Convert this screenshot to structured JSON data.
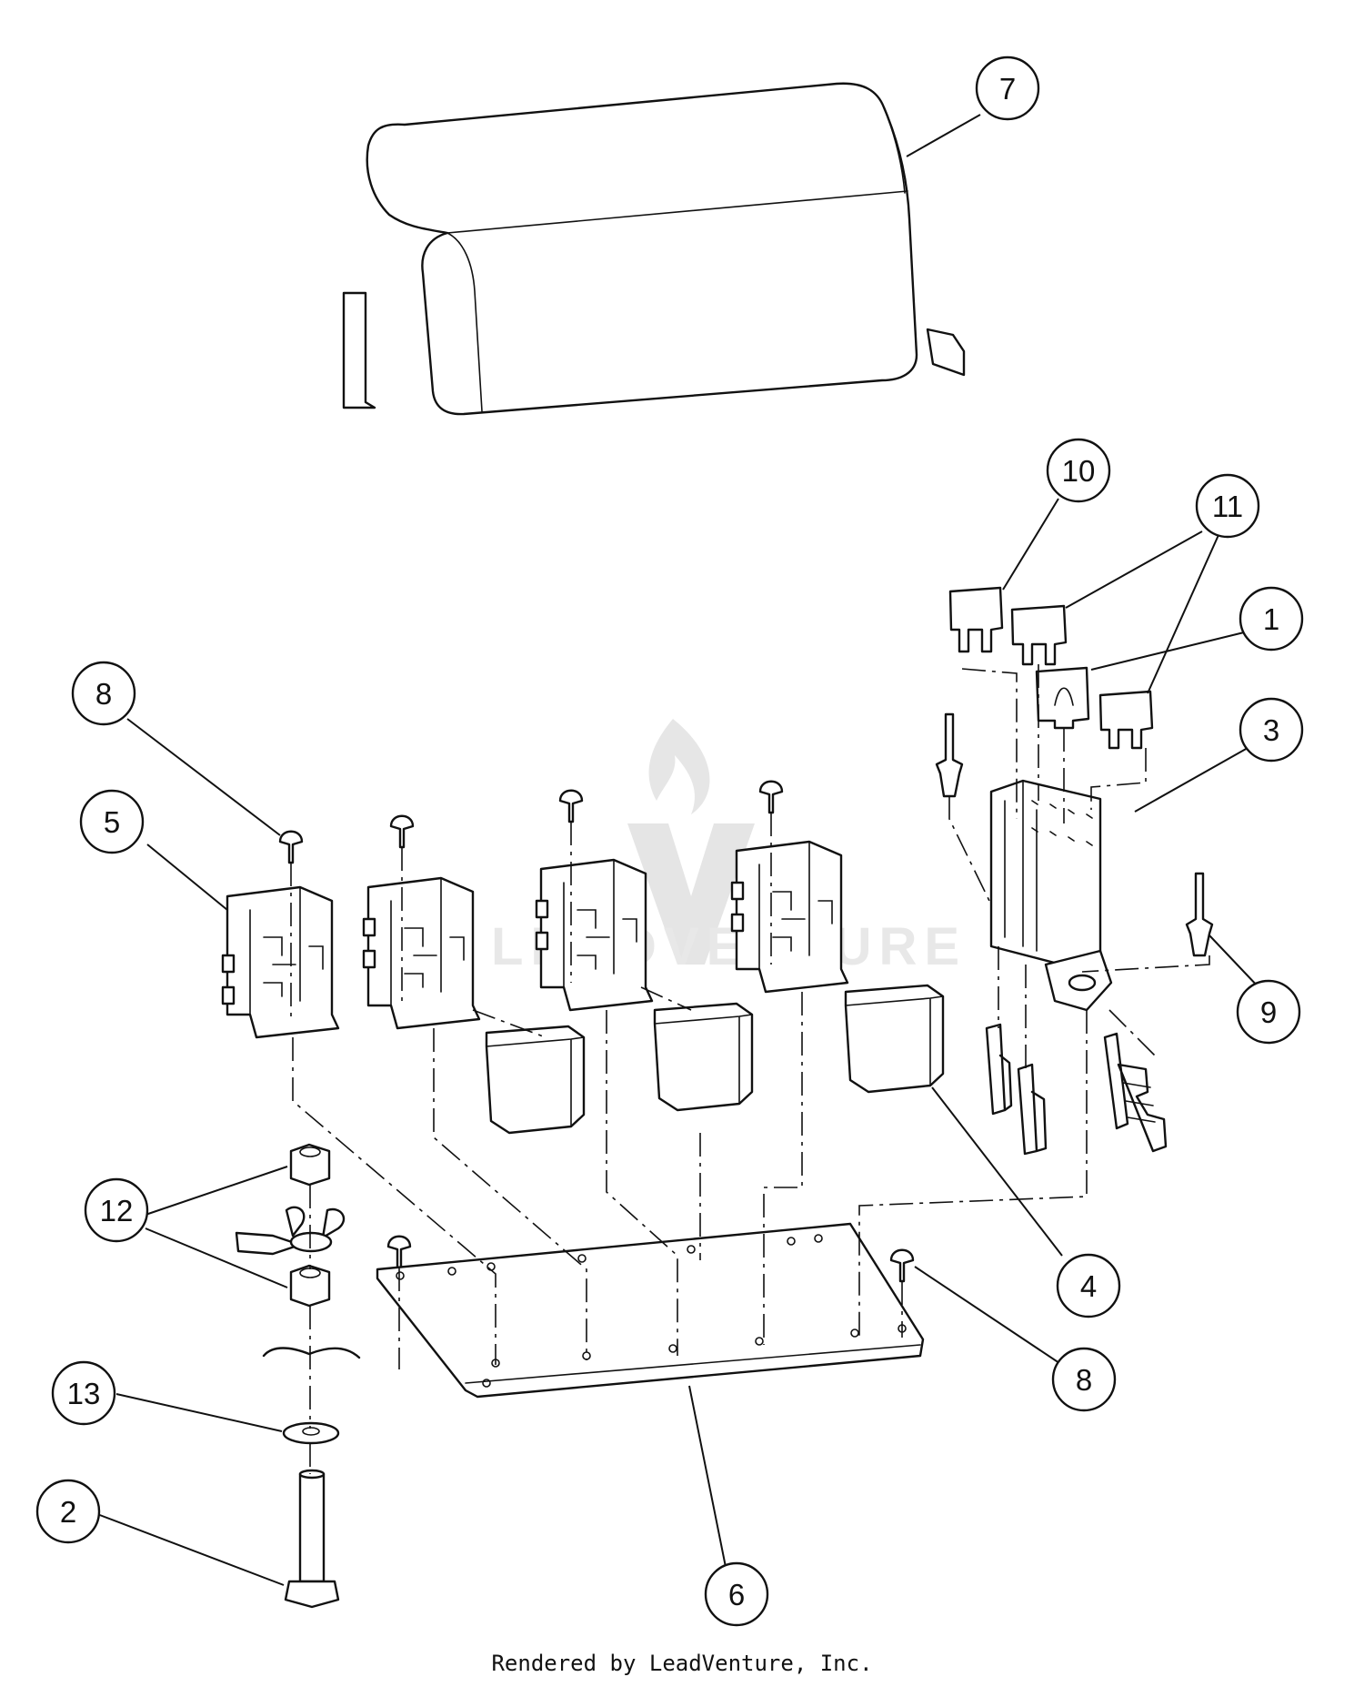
{
  "watermark": "LEADVENTURE",
  "footer_text": "Rendered by LeadVenture, Inc.",
  "callouts": [
    {
      "label": "7"
    },
    {
      "label": "10"
    },
    {
      "label": "11"
    },
    {
      "label": "1"
    },
    {
      "label": "3"
    },
    {
      "label": "8"
    },
    {
      "label": "5"
    },
    {
      "label": "9"
    },
    {
      "label": "12"
    },
    {
      "label": "4"
    },
    {
      "label": "8"
    },
    {
      "label": "13"
    },
    {
      "label": "2"
    },
    {
      "label": "6"
    }
  ]
}
